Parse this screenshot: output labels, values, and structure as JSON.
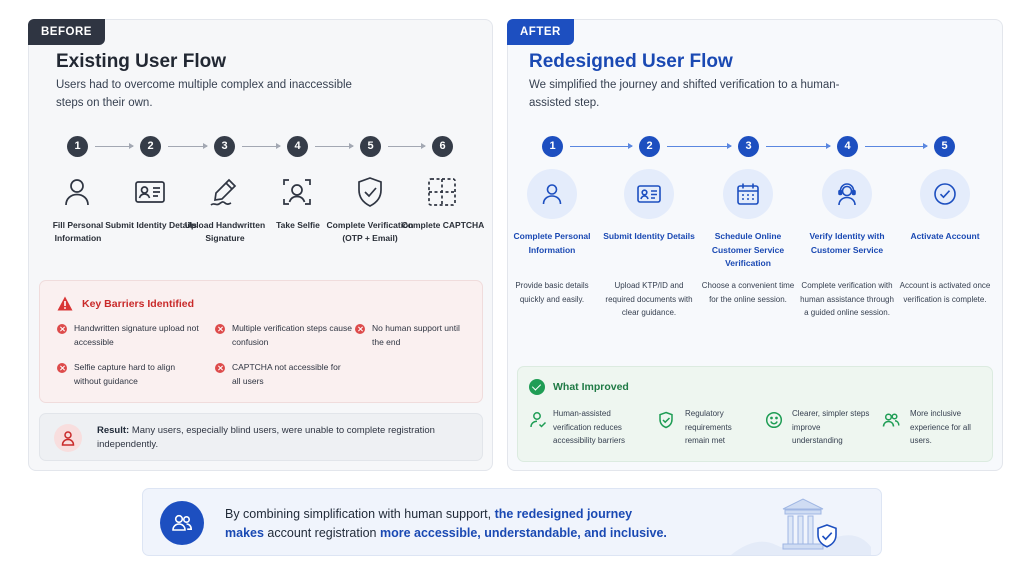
{
  "before": {
    "tag": "BEFORE",
    "title": "Existing User Flow",
    "subtitle": "Users had to overcome multiple complex and inaccessible steps on their own.",
    "steps": [
      {
        "num": "1",
        "label": "Fill Personal Information",
        "icon": "person-icon"
      },
      {
        "num": "2",
        "label": "Submit Identity Details",
        "icon": "id-card-icon"
      },
      {
        "num": "3",
        "label": "Upload Handwritten Signature",
        "icon": "signature-pen-icon"
      },
      {
        "num": "4",
        "label": "Take Selfie",
        "icon": "face-scan-icon"
      },
      {
        "num": "5",
        "label": "Complete Verification (OTP + Email)",
        "icon": "shield-check-icon"
      },
      {
        "num": "6",
        "label": "Complete CAPTCHA",
        "icon": "captcha-grid-icon"
      }
    ],
    "barriers": {
      "title": "Key Barriers Identified",
      "items": [
        "Handwritten signature upload not accessible",
        "Multiple verification steps cause confusion",
        "No human support until the end",
        "Selfie capture hard to align without guidance",
        "CAPTCHA not accessible for all users"
      ]
    },
    "result": {
      "label": "Result:",
      "text": "Many users, especially blind users, were unable to complete registration independently."
    }
  },
  "after": {
    "tag": "AFTER",
    "title": "Redesigned User Flow",
    "subtitle": "We simplified the journey and shifted verification to a human-assisted step.",
    "steps": [
      {
        "num": "1",
        "label": "Complete Personal Information",
        "desc": "Provide basic details quickly and easily.",
        "icon": "person-icon"
      },
      {
        "num": "2",
        "label": "Submit Identity Details",
        "desc": "Upload KTP/ID and required documents with clear guidance.",
        "icon": "id-card-icon"
      },
      {
        "num": "3",
        "label": "Schedule Online Customer Service Verification",
        "desc": "Choose a convenient time for the online session.",
        "icon": "calendar-icon"
      },
      {
        "num": "4",
        "label": "Verify Identity with Customer Service",
        "desc": "Complete verification with human assistance through a guided online session.",
        "icon": "headset-agent-icon"
      },
      {
        "num": "5",
        "label": "Activate Account",
        "desc": "Account is activated once verification is complete.",
        "icon": "check-circle-icon"
      }
    ],
    "improved": {
      "title": "What Improved",
      "items": [
        {
          "text": "Human-assisted verification reduces accessibility barriers",
          "icon": "person-check-icon"
        },
        {
          "text": "Regulatory requirements remain met",
          "icon": "shield-check-icon"
        },
        {
          "text": "Clearer, simpler steps improve understanding",
          "icon": "smile-icon"
        },
        {
          "text": "More inclusive experience for all users.",
          "icon": "users-icon"
        }
      ]
    }
  },
  "summary": {
    "part1": "By combining simplification with human support, ",
    "part2": "the redesigned journey",
    "part3": " makes",
    "part4": " account registration ",
    "part5": "more accessible, understandable, and inclusive."
  },
  "colors": {
    "before_dark": "#2f3542",
    "after_blue": "#1d4fc0",
    "barrier_red": "#c92a2a",
    "improved_green": "#1f7a45"
  }
}
